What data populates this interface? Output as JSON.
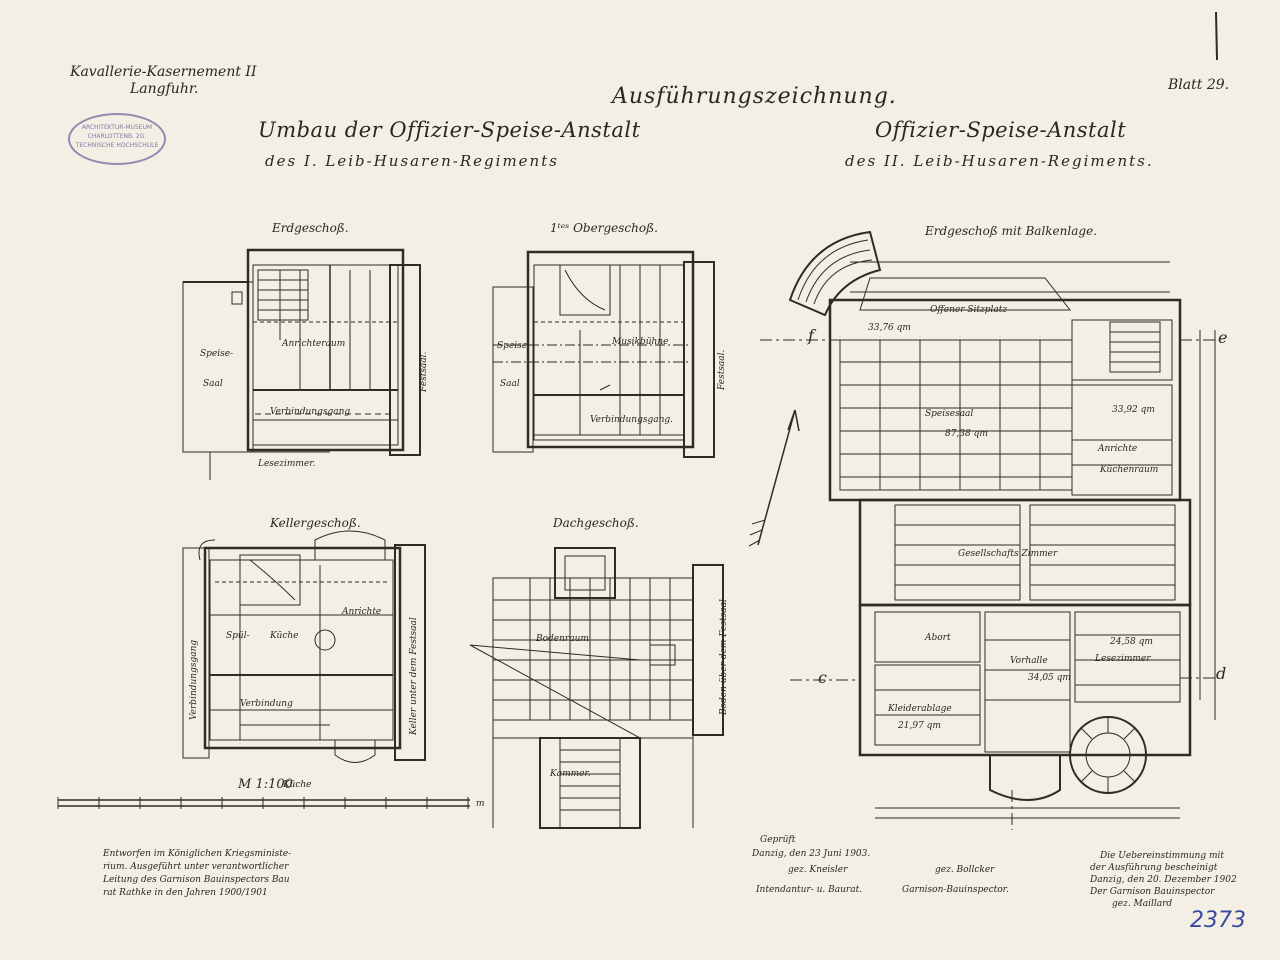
{
  "header": {
    "top_left_line1": "Kavallerie-Kasernement II",
    "top_left_line2": "Langfuhr.",
    "main_title": "Ausführungszeichnung.",
    "sheet_number": "Blatt 29.",
    "left_title": "Umbau der Offizier-Speise-Anstalt",
    "left_subtitle": "des I. Leib-Husaren-Regiments",
    "right_title": "Offizier-Speise-Anstalt",
    "right_subtitle": "des II. Leib-Husaren-Regiments."
  },
  "stamp": {
    "line1": "ARCHITEKTUR-MUSEUM",
    "line2": "CHARLOTTENB. 2G.",
    "line3": "TECHNISCHE HOCHSCHULE"
  },
  "plans": {
    "erdgeschoss": {
      "title": "Erdgeschoß.",
      "speisesaal_1": "Speise-",
      "speisesaal_2": "Saal",
      "anrichteraum": "Anrichteraum",
      "verbindungsgang": "Verbindungsgang",
      "lesezimmer": "Lesezimmer.",
      "festsaal": "Festsaal."
    },
    "obergeschoss": {
      "title": "1ᵗᵉˢ Obergeschoß.",
      "speise": "Speise",
      "saal": "Saal",
      "musikbuehne": "Musikbühne",
      "verbindungsgang": "Verbindungsgang.",
      "festsaal": "Festsaal."
    },
    "kellergeschoss": {
      "title": "Kellergeschoß.",
      "anrichte": "Anrichte",
      "spuel": "Spül-",
      "kueche": "Küche",
      "verbindungsgang": "Verbindungsgang",
      "festsaal_note": "Keller unter dem Festsaal",
      "kueche_bottom": "Küche",
      "verbindung_mid": "Verbindung"
    },
    "dachgeschoss": {
      "title": "Dachgeschoß.",
      "bodenraum": "Bodenraum",
      "kammer": "Kammer.",
      "festsaal_note": "Boden über dem Festsaal"
    },
    "main_plan": {
      "title": "Erdgeschoß mit Balkenlage.",
      "offener_sitzplatz": "Offener Sitzplatz",
      "speisesaal": "Speisesaal",
      "gesellschafts_zimmer": "Gesellschafts Zimmer",
      "anrichte": "Anrichte",
      "kuechenraum": "Küchenraum",
      "abort": "Abort",
      "vorhalle": "Vorhalle",
      "lesezimmer": "Lesezimmer",
      "kleiderablage": "Kleiderablage",
      "area_saal": "87,38 qm",
      "area_sitz": "33,76 qm",
      "area_lese": "24,58 qm",
      "area_vor": "34,05 qm",
      "area_kleider": "21,97 qm",
      "area_anr": "33,92 qm",
      "section_e": "e",
      "section_f": "f",
      "section_c": "c",
      "section_d": "d"
    }
  },
  "scale": {
    "label": "M 1:100",
    "unit": "m"
  },
  "footer": {
    "left_note_1": "Entworfen im Königlichen Kriegsministe-",
    "left_note_2": "rium. Ausgeführt unter verantwortlicher",
    "left_note_3": "Leitung des Garnison Bauinspectors Bau",
    "left_note_4": "rat Rathke in den Jahren 1900/1901",
    "check_1": "Geprüft",
    "check_2": "Danzig, den 23 Juni 1903.",
    "check_3": "gez. Kneisler",
    "check_4": "gez. Bollcker",
    "check_5": "Intendantur- u. Baurat.",
    "check_6": "Garnison-Bauinspector.",
    "right_note_1": "Die Uebereinstimmung mit",
    "right_note_2": "der Ausführung bescheinigt",
    "right_note_3": "Danzig, den 20. Dezember 1902",
    "right_note_4": "Der Garnison Bauinspector",
    "right_note_5": "gez. Maillard",
    "inventory_number": "2373"
  },
  "colors": {
    "paper": "#f3efe4",
    "ink": "#2a2622",
    "stamp": "#7f7ca6",
    "inventory": "#3a4aa0"
  }
}
